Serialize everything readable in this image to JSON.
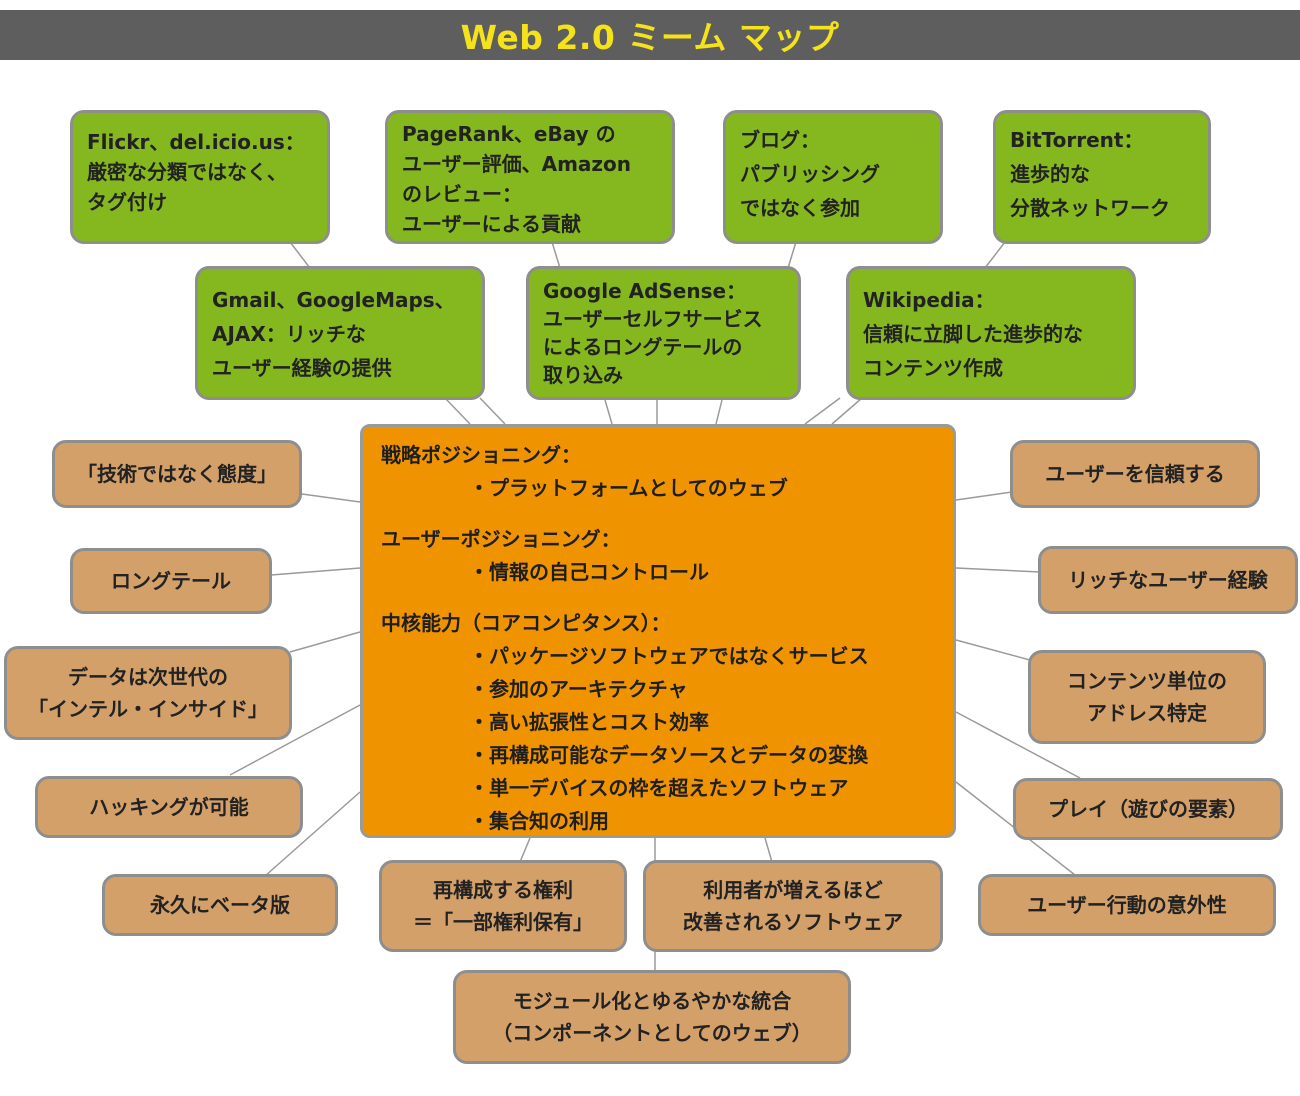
{
  "title": "Web 2.0 ミーム マップ",
  "colors": {
    "title_bar": "#5e5e5e",
    "title_text": "#f4e21a",
    "example_box": "#85b81f",
    "center_box": "#ef9400",
    "principle_box": "#d4a06a",
    "connector_line": "#9a9a9a"
  },
  "examples": [
    {
      "text": "Flickr、del.icio.us：\n厳密な分類ではなく、\nタグ付け"
    },
    {
      "text": "PageRank、eBay の\nユーザー評価、Amazon\nのレビュー：\nユーザーによる貢献"
    },
    {
      "text": "ブログ：\nパブリッシング\nではなく参加"
    },
    {
      "text": "BitTorrent：\n進歩的な\n分散ネットワーク"
    },
    {
      "text": "Gmail、GoogleMaps、\nAJAX：リッチな\nユーザー経験の提供"
    },
    {
      "text": "Google AdSense：\nユーザーセルフサービス\nによるロングテールの\n取り込み"
    },
    {
      "text": "Wikipedia：\n信頼に立脚した進歩的な\nコンテンツ作成"
    }
  ],
  "core": {
    "sections": [
      {
        "heading": "戦略ポジショニング：",
        "items": [
          "・プラットフォームとしてのウェブ"
        ]
      },
      {
        "heading": "ユーザーポジショニング：",
        "items": [
          "・情報の自己コントロール"
        ]
      },
      {
        "heading": "中核能力（コアコンピタンス）：",
        "items": [
          "・パッケージソフトウェアではなくサービス",
          "・参加のアーキテクチャ",
          "・高い拡張性とコスト効率",
          "・再構成可能なデータソースとデータの変換",
          "・単一デバイスの枠を超えたソフトウェア",
          "・集合知の利用"
        ]
      }
    ]
  },
  "principles_left": [
    {
      "text": "「技術ではなく態度」"
    },
    {
      "text": "ロングテール"
    },
    {
      "text": "データは次世代の\n「インテル・インサイド」"
    },
    {
      "text": "ハッキングが可能"
    },
    {
      "text": "永久にベータ版"
    }
  ],
  "principles_right": [
    {
      "text": "ユーザーを信頼する"
    },
    {
      "text": "リッチなユーザー経験"
    },
    {
      "text": "コンテンツ単位の\nアドレス特定"
    },
    {
      "text": "プレイ（遊びの要素）"
    },
    {
      "text": "ユーザー行動の意外性"
    }
  ],
  "principles_bottom": [
    {
      "text": "再構成する権利\n＝「一部権利保有」"
    },
    {
      "text": "利用者が増えるほど\n改善されるソフトウェア"
    },
    {
      "text": "モジュール化とゆるやかな統合\n（コンポーネントとしてのウェブ）"
    }
  ]
}
